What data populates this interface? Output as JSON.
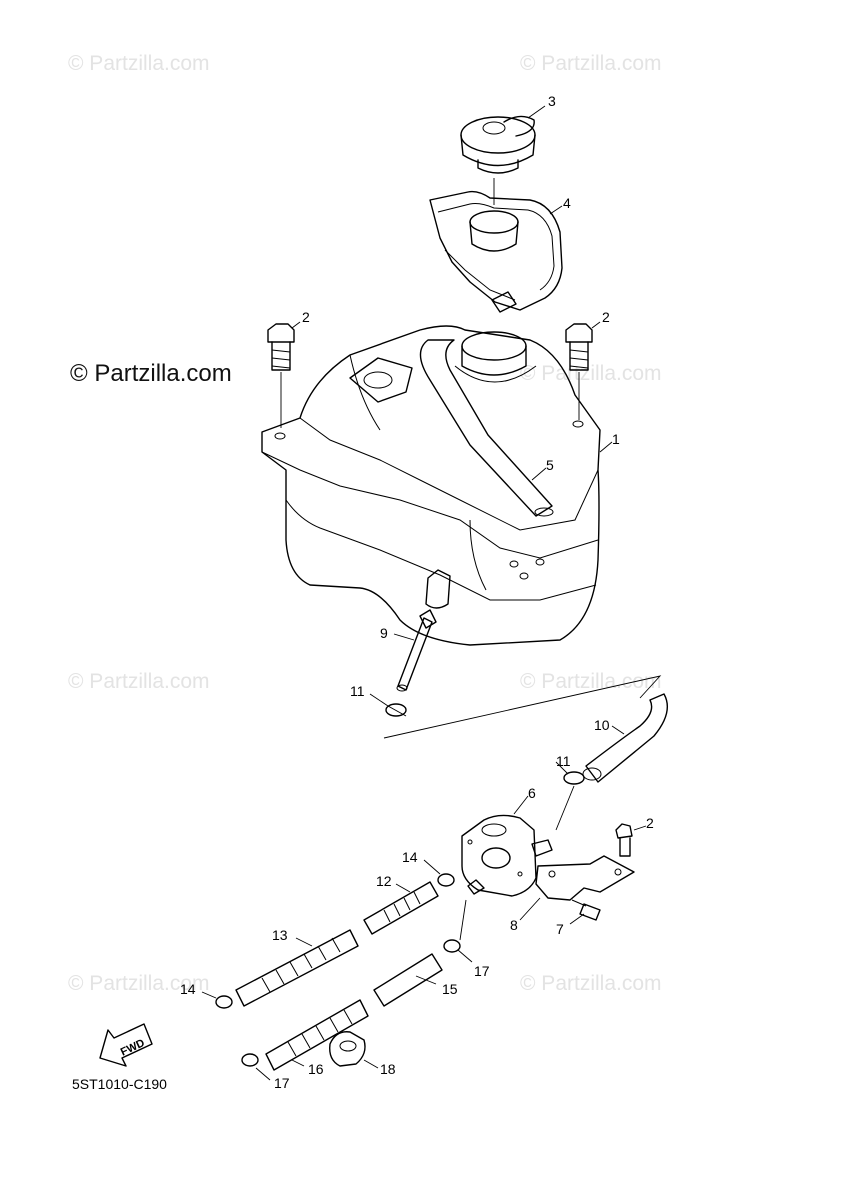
{
  "watermarks": {
    "faint": "© Partzilla.com",
    "main": "© Partzilla.com"
  },
  "diagram_code": "5ST1010-C190",
  "fwd_label": "FWD",
  "callouts": {
    "c1": "1",
    "c2a": "2",
    "c2b": "2",
    "c2c": "2",
    "c3": "3",
    "c4": "4",
    "c5": "5",
    "c6": "6",
    "c7": "7",
    "c8": "8",
    "c9": "9",
    "c10": "10",
    "c11a": "11",
    "c11b": "11",
    "c12": "12",
    "c13": "13",
    "c14a": "14",
    "c14b": "14",
    "c15": "15",
    "c16": "16",
    "c17a": "17",
    "c17b": "17",
    "c18": "18"
  }
}
